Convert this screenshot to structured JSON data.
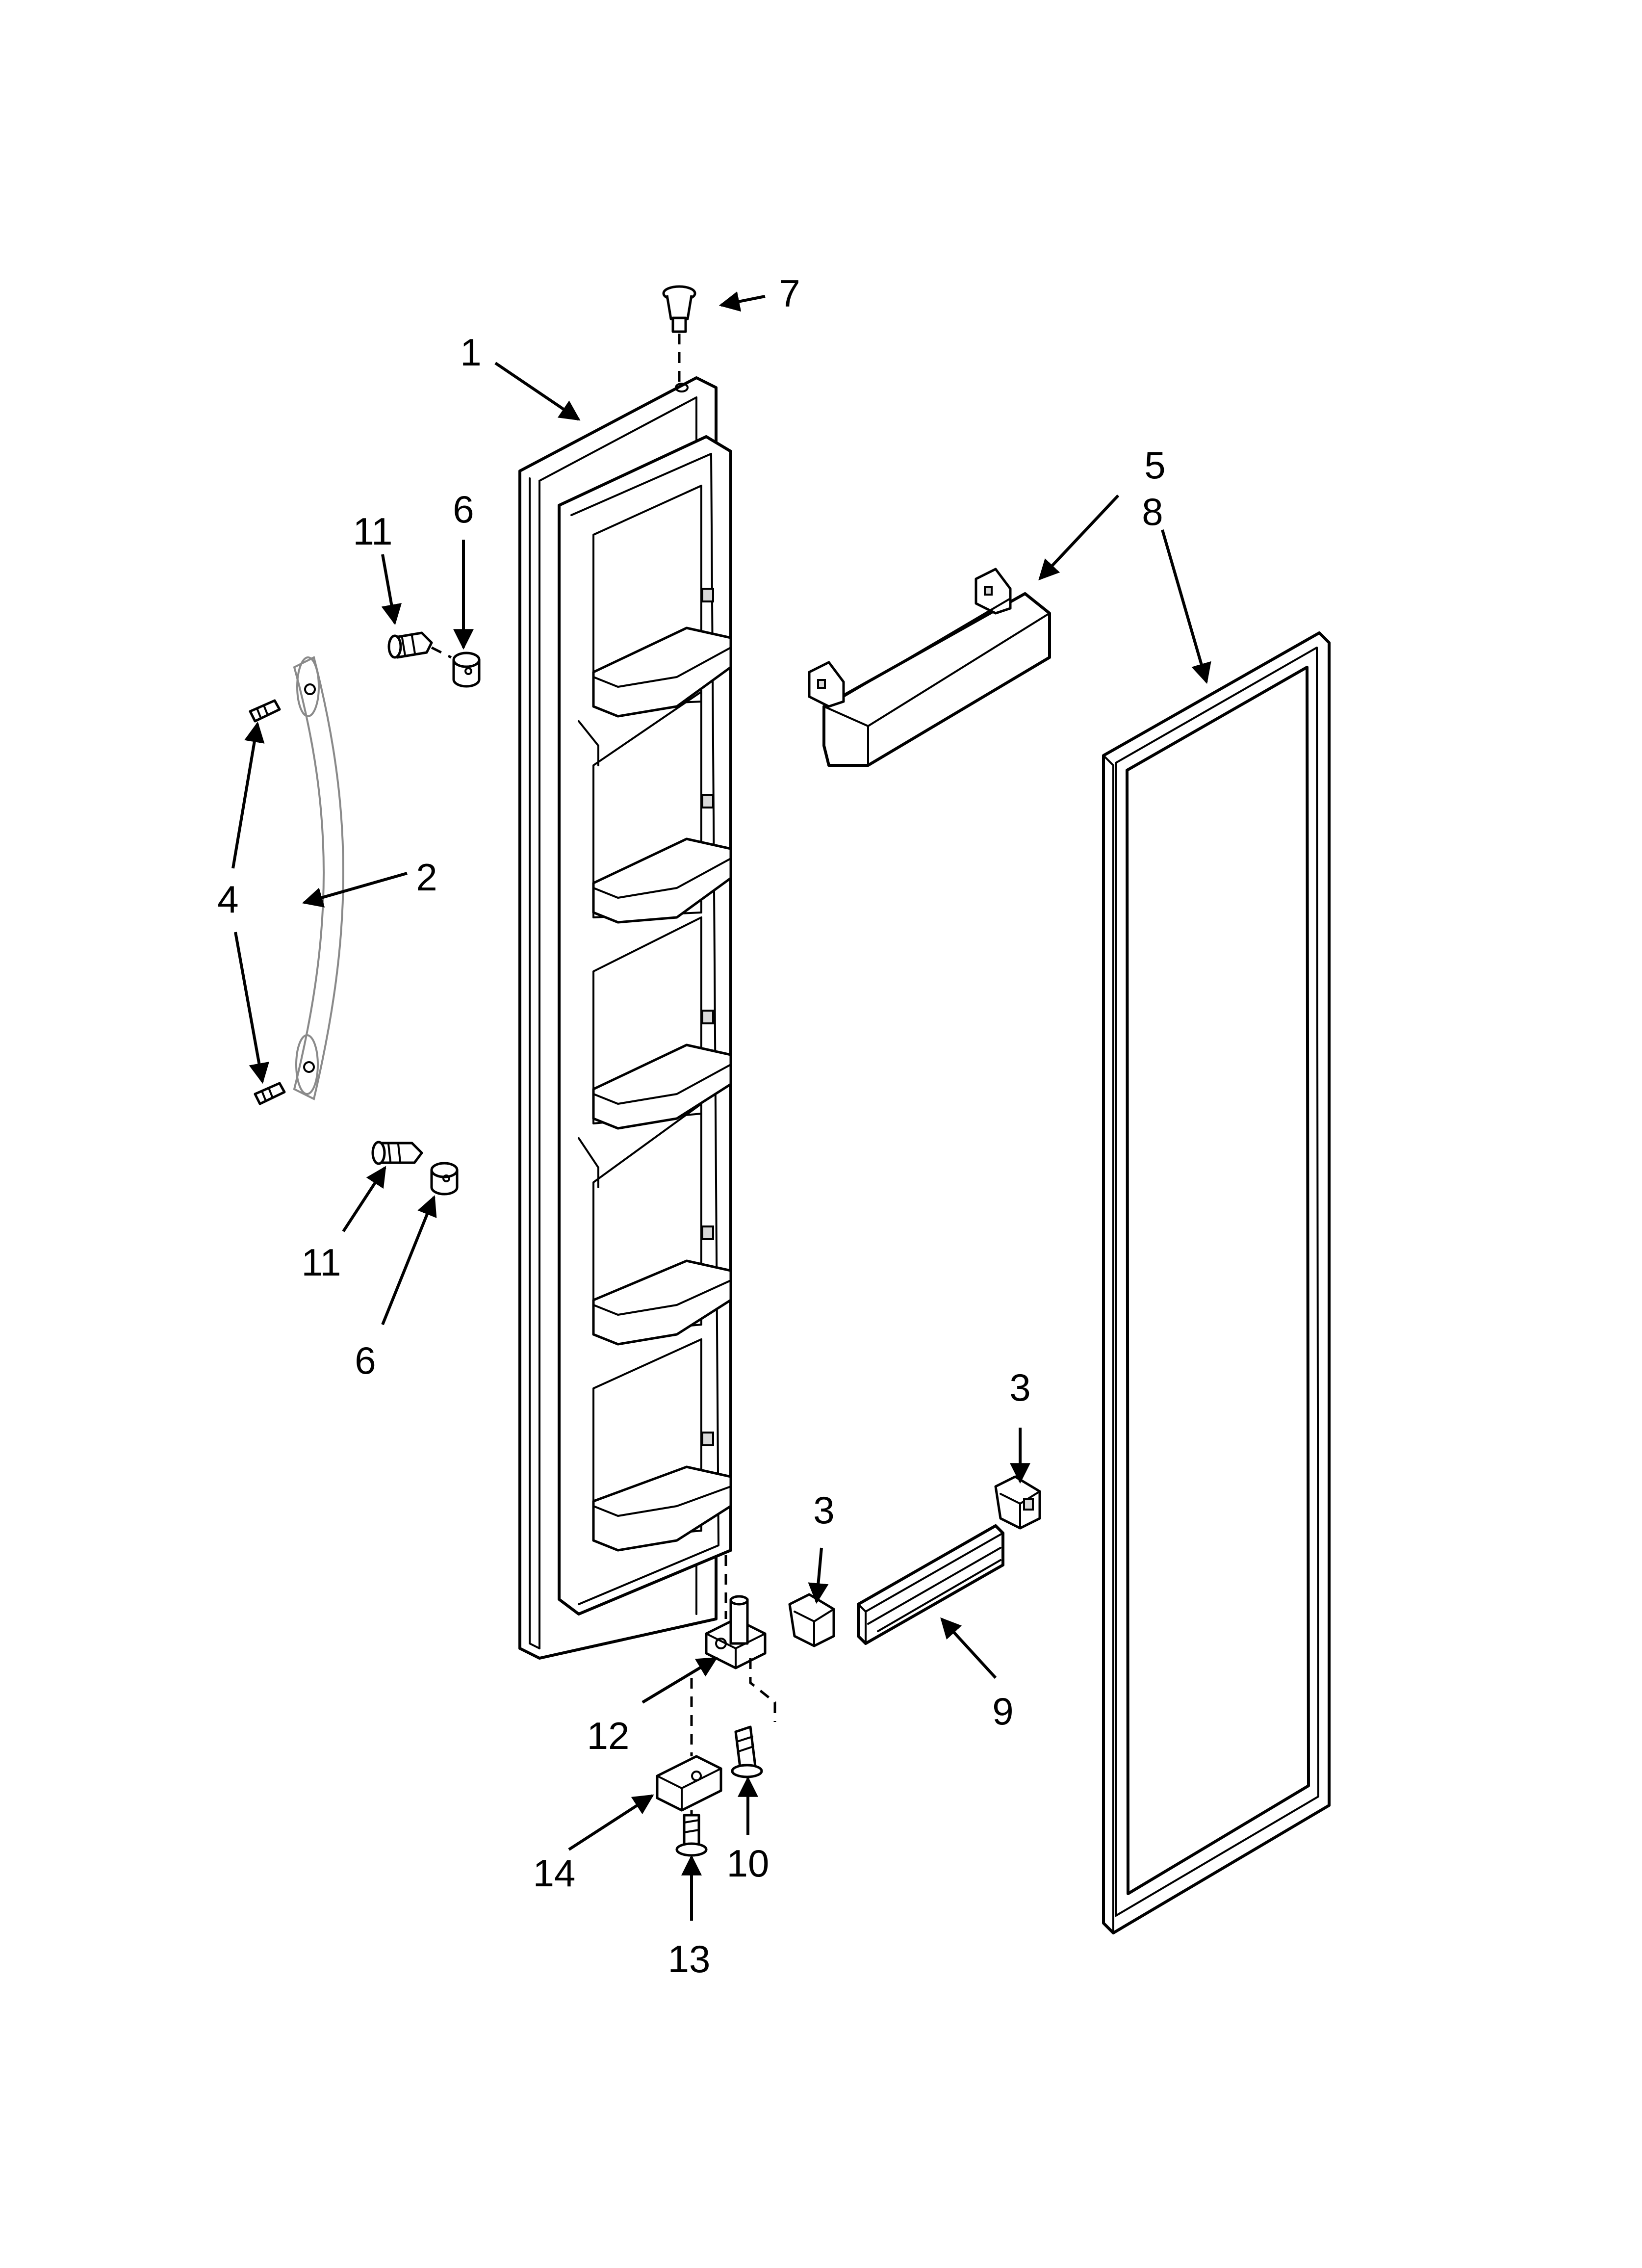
{
  "diagram": {
    "callouts": [
      {
        "id": "c1",
        "label": "1"
      },
      {
        "id": "c2",
        "label": "2"
      },
      {
        "id": "c3a",
        "label": "3"
      },
      {
        "id": "c3b",
        "label": "3"
      },
      {
        "id": "c4",
        "label": "4"
      },
      {
        "id": "c5",
        "label": "5"
      },
      {
        "id": "c6a",
        "label": "6"
      },
      {
        "id": "c6b",
        "label": "6"
      },
      {
        "id": "c7",
        "label": "7"
      },
      {
        "id": "c8",
        "label": "8"
      },
      {
        "id": "c9",
        "label": "9"
      },
      {
        "id": "c10",
        "label": "10"
      },
      {
        "id": "c11a",
        "label": "11"
      },
      {
        "id": "c11b",
        "label": "11"
      },
      {
        "id": "c12",
        "label": "12"
      },
      {
        "id": "c13",
        "label": "13"
      },
      {
        "id": "c14",
        "label": "14"
      }
    ]
  }
}
